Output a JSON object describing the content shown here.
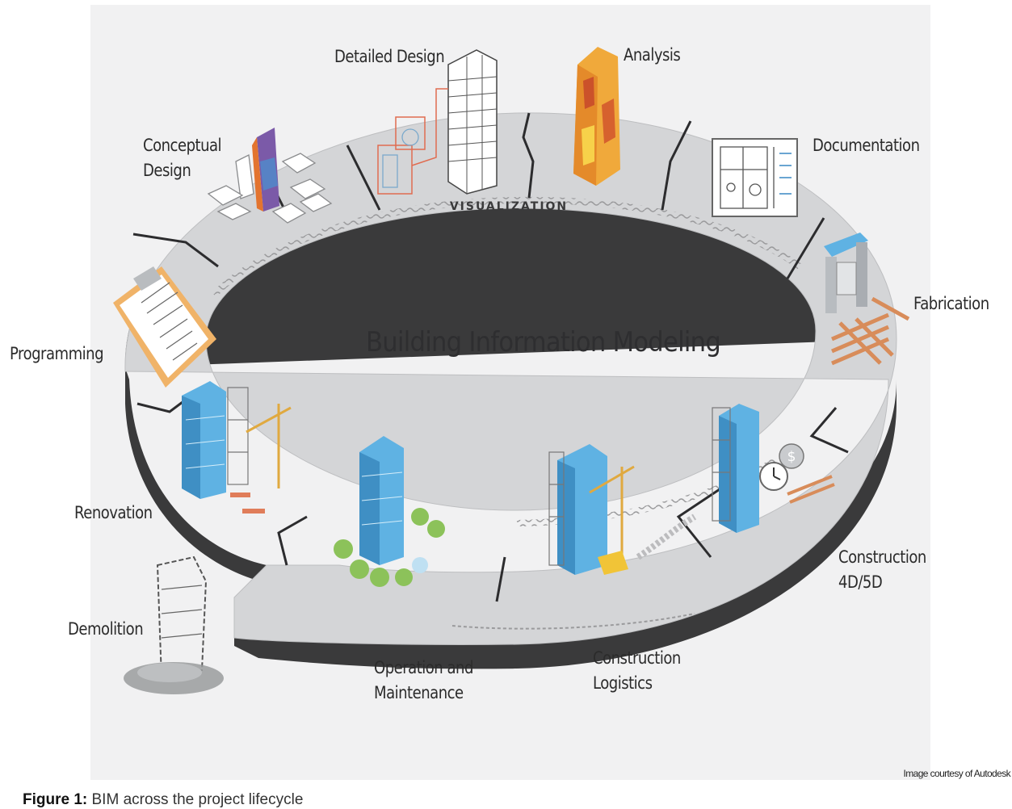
{
  "center_title": "Building Information Modeling",
  "ring_band_text": "VISUALIZATION",
  "stages": {
    "detailed_design": [
      "Detailed Design"
    ],
    "analysis": [
      "Analysis"
    ],
    "conceptual_design": [
      "Conceptual",
      "Design"
    ],
    "documentation": [
      "Documentation"
    ],
    "fabrication": [
      "Fabrication"
    ],
    "programming": [
      "Programming"
    ],
    "renovation": [
      "Renovation"
    ],
    "construction_4d5d": [
      "Construction",
      "4D/5D"
    ],
    "demolition": [
      "Demolition"
    ],
    "operation_maintenance": [
      "Operation and",
      "Maintenance"
    ],
    "construction_logistics": [
      "Construction",
      "Logistics"
    ]
  },
  "credit": "Image courtesy of Autodesk",
  "caption": {
    "label": "Figure 1:",
    "text": " BIM across the project lifecycle"
  },
  "colors": {
    "ring_top": "#d3d4d6",
    "ring_side": "#3a3a3b",
    "building_blue": "#5fb2e3",
    "analysis_orange": "#f0a93b",
    "crane_yellow": "#e8b64a",
    "tree_green": "#8cc25a"
  }
}
